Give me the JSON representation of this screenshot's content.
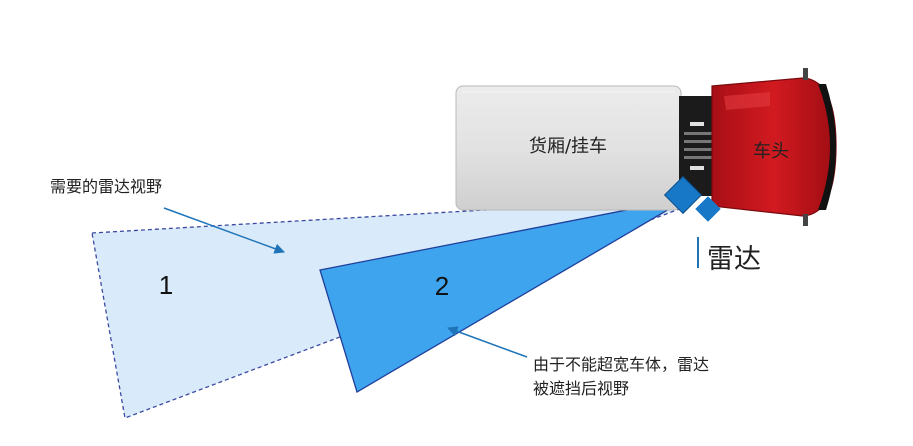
{
  "labels": {
    "cargo_box": "货厢/挂车",
    "cab": "车头",
    "radar": "雷达",
    "required_fov": "需要的雷达视野",
    "zone_1": "1",
    "zone_2": "2",
    "blocked_line1": "由于不能超宽车体，雷达",
    "blocked_line2": "被遮挡后视野"
  },
  "colors": {
    "required_zone_fill": "#d9ebfb",
    "required_zone_border": "#3b4aa0",
    "blocked_zone_fill": "#3fa4ee",
    "blocked_zone_border": "#1f3f9a",
    "radar_sensor": "#1678c7",
    "arrow": "#1f74b8",
    "cab_red": "#c8161d",
    "cargo_gray": "#e3e3e3"
  }
}
